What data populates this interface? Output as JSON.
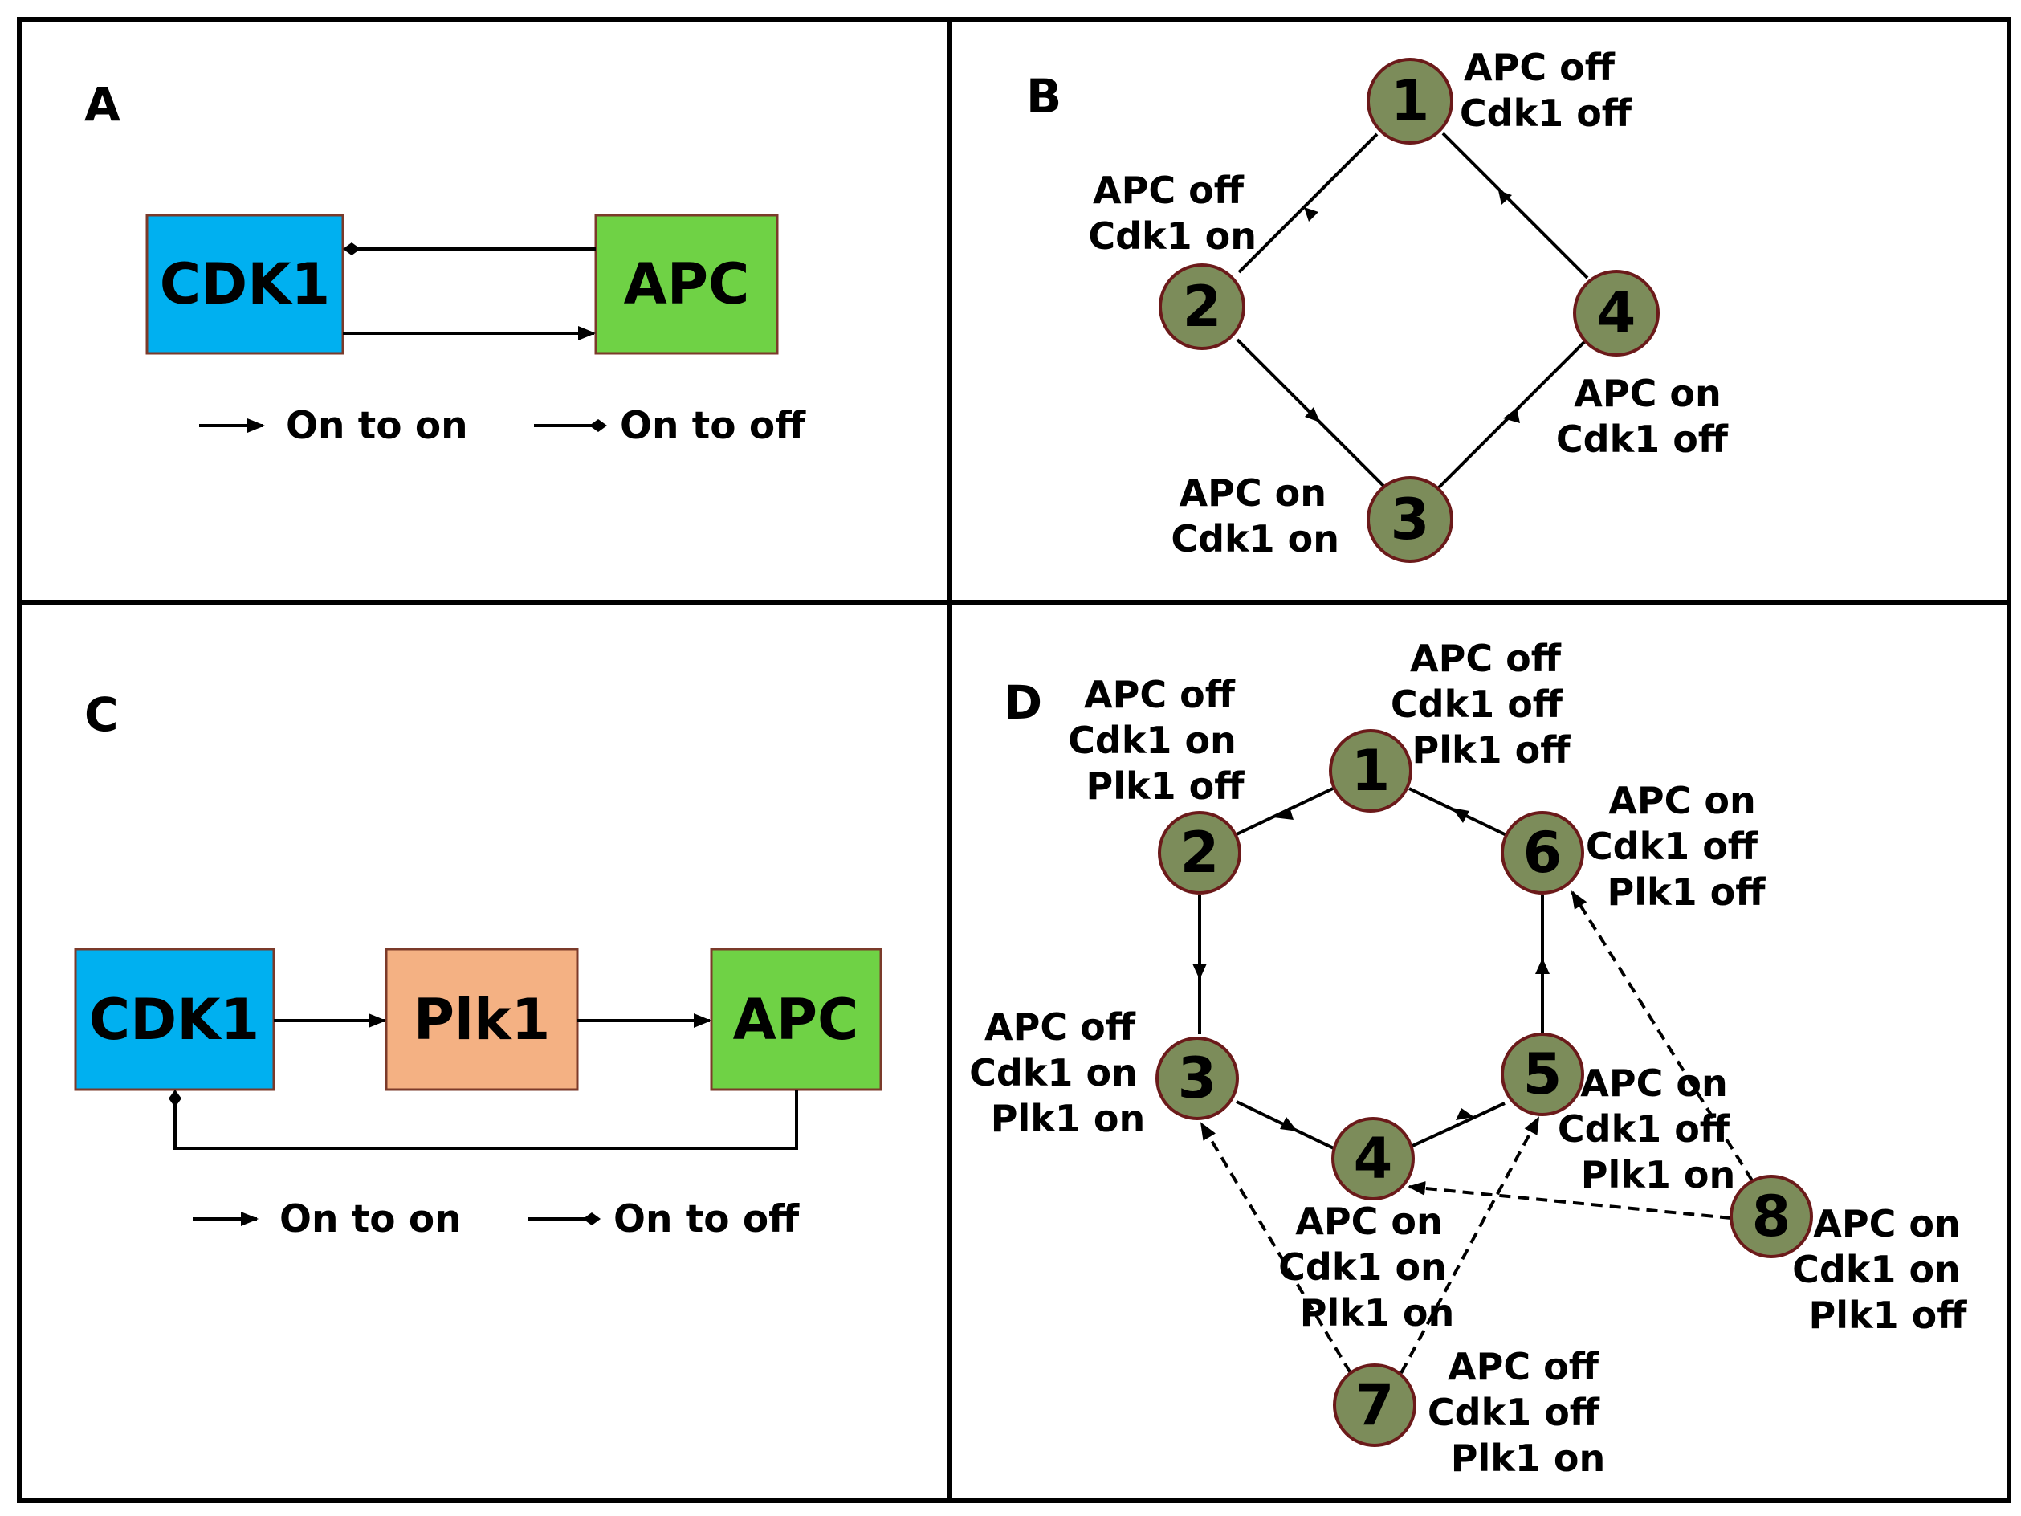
{
  "colors": {
    "cdk1_box": "#00B0F0",
    "apc_box": "#6FD245",
    "plk1_box": "#F4B183",
    "node_fill": "#7C8C5A",
    "node_stroke": "#6B1A1A",
    "line": "#000000"
  },
  "legend": {
    "activating": "On to on",
    "inhibiting": "On to off"
  },
  "panel_a": {
    "label": "A",
    "cdk1": "CDK1",
    "apc": "APC"
  },
  "panel_b": {
    "label": "B",
    "nodes": [
      {
        "num": "1",
        "lines": [
          "APC off",
          "Cdk1 off"
        ]
      },
      {
        "num": "2",
        "lines": [
          "APC off",
          "Cdk1 on"
        ]
      },
      {
        "num": "3",
        "lines": [
          "APC on",
          "Cdk1 on"
        ]
      },
      {
        "num": "4",
        "lines": [
          "APC on",
          "Cdk1 off"
        ]
      }
    ]
  },
  "panel_c": {
    "label": "C",
    "cdk1": "CDK1",
    "plk1": "Plk1",
    "apc": "APC"
  },
  "panel_d": {
    "label": "D",
    "nodes": [
      {
        "num": "1",
        "lines": [
          "APC off",
          "Cdk1 off",
          "Plk1 off"
        ]
      },
      {
        "num": "2",
        "lines": [
          "APC off",
          "Cdk1 on",
          "Plk1 off"
        ]
      },
      {
        "num": "3",
        "lines": [
          "APC off",
          "Cdk1 on",
          "Plk1 on"
        ]
      },
      {
        "num": "4",
        "lines": [
          "APC on",
          "Cdk1 on",
          "Plk1 on"
        ]
      },
      {
        "num": "5",
        "lines": [
          "APC on",
          "Cdk1 off",
          "Plk1 on"
        ]
      },
      {
        "num": "6",
        "lines": [
          "APC on",
          "Cdk1 off",
          "Plk1 off"
        ]
      },
      {
        "num": "7",
        "lines": [
          "APC off",
          "Cdk1 off",
          "Plk1 on"
        ]
      },
      {
        "num": "8",
        "lines": [
          "APC on",
          "Cdk1 on",
          "Plk1 off"
        ]
      }
    ]
  }
}
